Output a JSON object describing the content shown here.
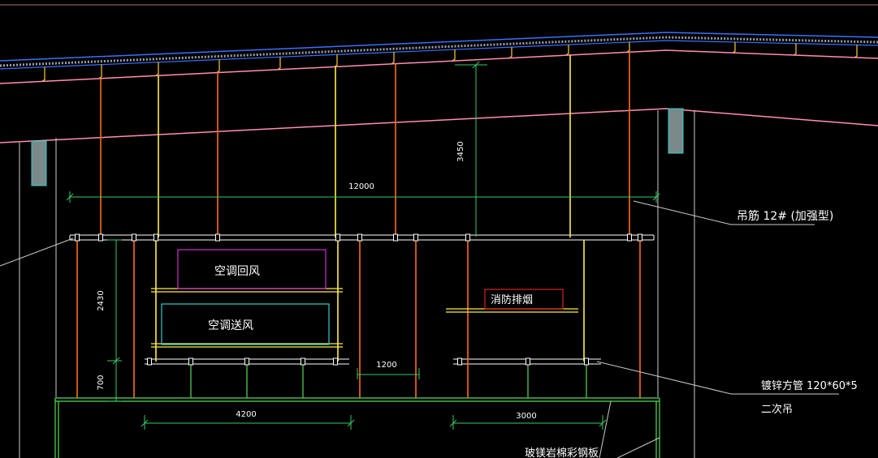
{
  "colors": {
    "background": "#000000",
    "roof_blue": "#3b6fff",
    "roof_gray": "#9aa0a6",
    "pink": "#ff8fb0",
    "orange_hanger": "#ff6a1a",
    "yellow_hanger": "#ffee44",
    "green_hanger": "#55dd55",
    "dim_green": "#33cc66",
    "white": "#ffffff",
    "magenta": "#cc33cc",
    "cyan": "#33cccc",
    "red": "#dd2222",
    "column_fill": "#7a8a8a"
  },
  "labels": {
    "return_air": "空调回风",
    "supply_air": "空调送风",
    "smoke_exhaust": "消防排烟",
    "hanger_bar": "吊筋 12# (加强型)",
    "square_tube": "镀锌方管 120*60*5",
    "secondary_hanger": "二次吊",
    "panel": "玻镁岩棉彩钢板"
  },
  "dimensions": {
    "span": "12000",
    "height_upper": "3450",
    "height_middle": "2430",
    "height_lower": "700",
    "width_left": "4200",
    "width_right": "3000",
    "gap": "1200"
  }
}
